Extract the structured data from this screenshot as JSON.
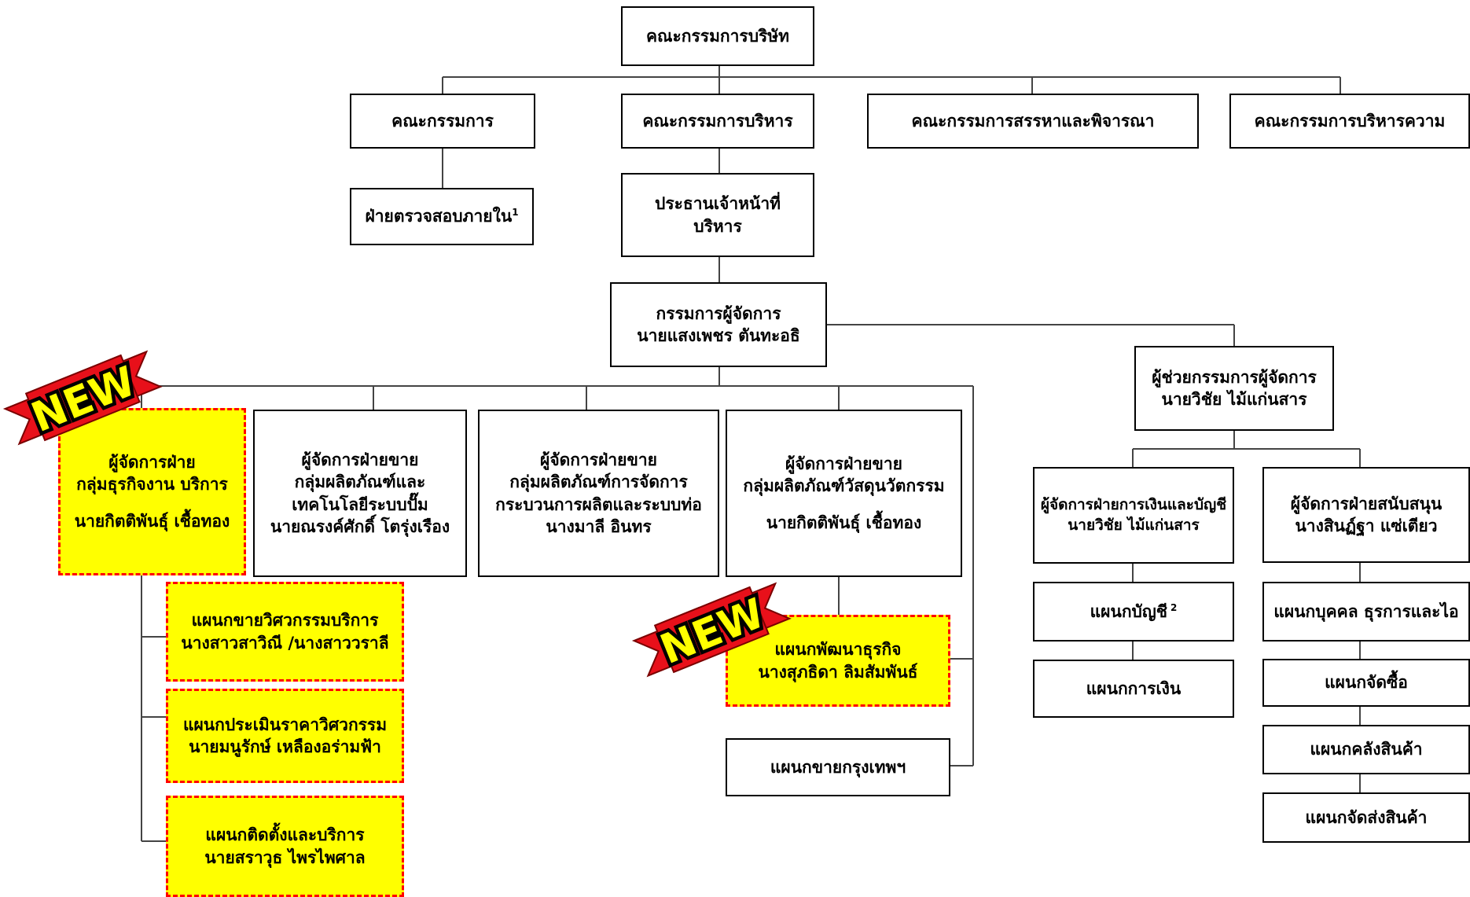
{
  "colors": {
    "highlight_fill": "#ffff00",
    "highlight_border": "#ff0000",
    "badge_red": "#e8101a",
    "badge_text": "#000000"
  },
  "badge_text": "NEW",
  "top": {
    "board": "คณะกรรมการบริษัท",
    "committee": "คณะกรรมการ",
    "internal_audit": "ฝ่ายตรวจสอบภายใน",
    "internal_audit_note": "1",
    "executive_committee": "คณะกรรมการบริหาร",
    "nomination_committee": "คณะกรรมการสรรหาและพิจารณา",
    "risk_committee": "คณะกรรมการบริหารความ",
    "ceo": [
      "ประธานเจ้าหน้าที่",
      "บริหาร"
    ],
    "md": [
      "กรรมการผู้จัดการ",
      "นายแสงเพชร ตันทะอธิ"
    ]
  },
  "sales": {
    "services_mgr": [
      "ผู้จัดการฝ่าย",
      "กลุ่มธุรกิจงาน บริการ",
      "นายกิตติพันธุ์ เชื้อทอง"
    ],
    "pump_mgr": [
      "ผู้จัดการฝ่ายขาย",
      "กลุ่มผลิตภัณฑ์และ",
      "เทคโนโลยีระบบปั๊ม",
      "นายณรงค์ศักดิ์ โตรุ่งเรือง"
    ],
    "process_mgr": [
      "ผู้จัดการฝ่ายขาย",
      "กลุ่มผลิตภัณฑ์การจัดการ",
      "กระบวนการผลิตและระบบท่อ",
      "นางมาลี อินทร"
    ],
    "innovation_mgr": [
      "ผู้จัดการฝ่ายขาย",
      "กลุ่มผลิตภัณฑ์วัสดุนวัตกรรม",
      "นายกิตติพันธุ์ เชื้อทอง"
    ],
    "eng_sales": [
      "แผนกขายวิศวกรรมบริการ",
      "นางสาวสาวิณี /นางสาววราลี"
    ],
    "eng_estimate": [
      "แผนกประเมินราคาวิศวกรรม",
      "นายมนูรักษ์ เหลืองอร่ามฟ้า"
    ],
    "install_service": [
      "แผนกติดตั้งและบริการ",
      "นายสราวุธ ไพรไพศาล"
    ],
    "biz_dev": [
      "แผนกพัฒนาธุรกิจ",
      "นางสุภธิดา ลิมสัมพันธ์"
    ],
    "bkk_sales": "แผนกขายกรุงเทพฯ"
  },
  "support": {
    "asst_md": [
      "ผู้ช่วยกรรมการผู้จัดการ",
      "นายวิชัย ไม้แก่นสาร"
    ],
    "finance_mgr": [
      "ผู้จัดการฝ่ายการเงินและบัญชี",
      "นายวิชัย ไม้แก่นสาร"
    ],
    "support_mgr": [
      "ผู้จัดการฝ่ายสนับสนุน",
      "นางสินฏ์ฐา แซ่เตียว"
    ],
    "accounting": "แผนกบัญชี",
    "accounting_note": "2",
    "finance": "แผนกการเงิน",
    "hr_admin_it": "แผนกบุคคล ธุรการและไอ",
    "purchasing": "แผนกจัดซื้อ",
    "warehouse": "แผนกคลังสินค้า",
    "delivery": "แผนกจัดส่งสินค้า"
  }
}
